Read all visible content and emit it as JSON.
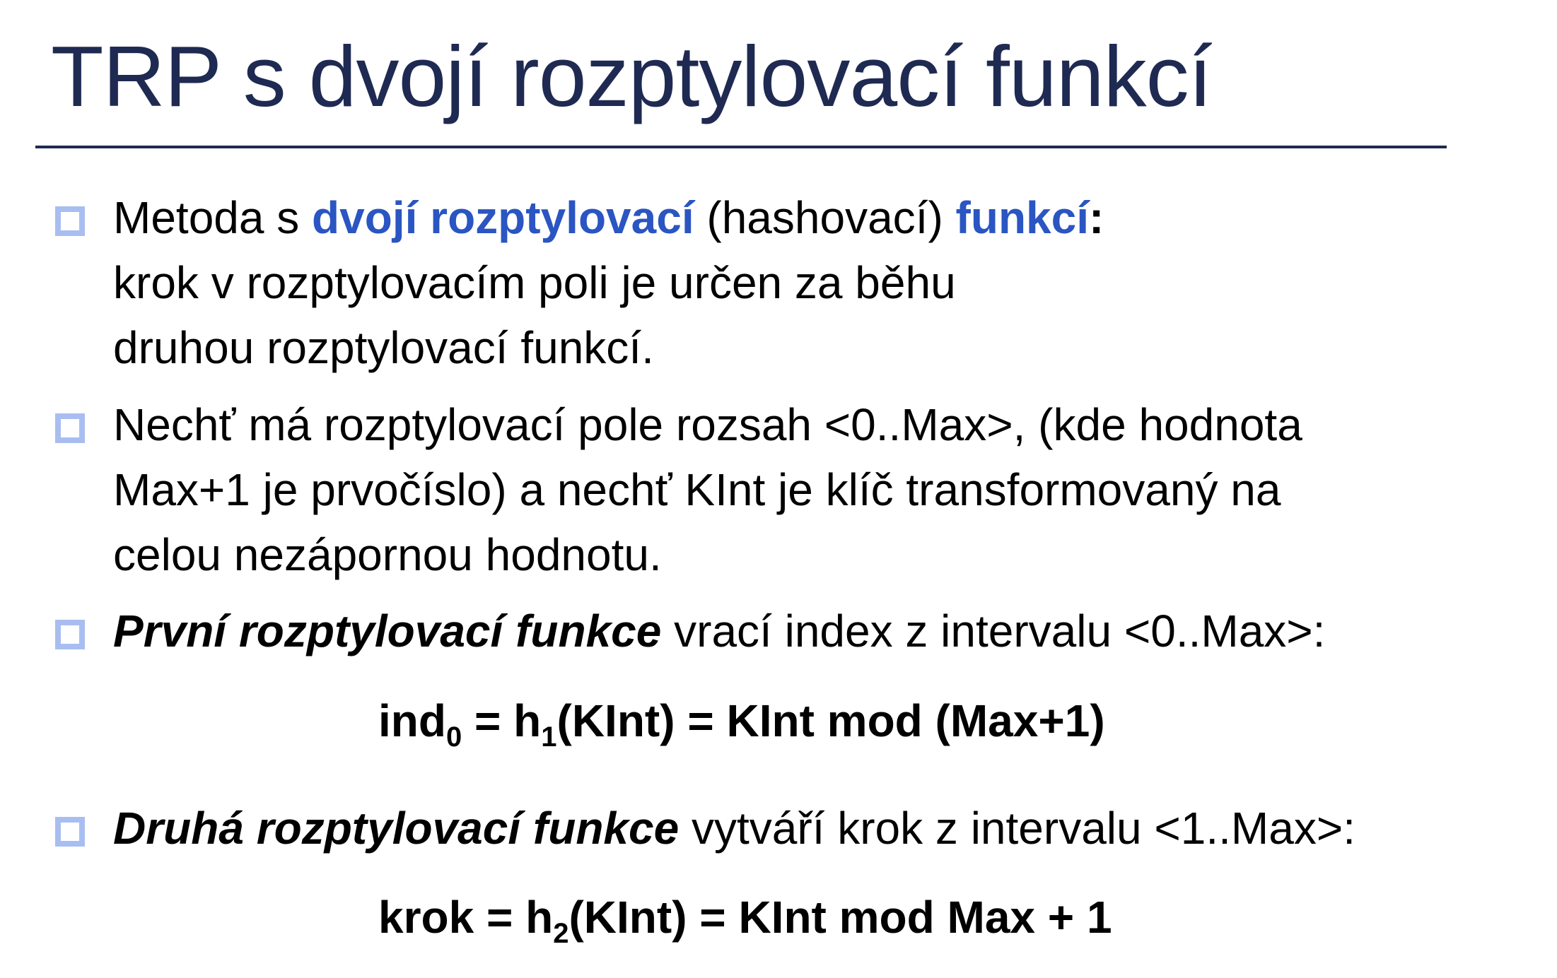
{
  "title": "TRP s dvojí rozptylovací funkcí",
  "bullets": [
    {
      "line1_prefix": "Metoda s ",
      "line1_hl1": "dvojí rozptylovací",
      "line1_mid": " (hashovací) ",
      "line1_hl2": "funkcí",
      "line1_colon": ":",
      "line2": "krok v rozptylovacím poli je určen za běhu",
      "line3": "druhou rozptylovací funkcí."
    },
    {
      "line1": "Nechť má rozptylovací pole rozsah <0..Max>, (kde hodnota",
      "line2": "Max+1 je prvočíslo) a nechť KInt je klíč transformovaný na",
      "line3": "celou nezápornou hodnotu."
    },
    {
      "term": "První rozptylovací funkce",
      "rest": " vrací index z intervalu <0..Max>:"
    },
    {
      "term": "Druhá rozptylovací funkce",
      "rest": " vytváří krok z intervalu <1..Max>:"
    }
  ],
  "formula1": {
    "lhs": "ind",
    "lhs_sub": "0",
    "eq1": " = h",
    "h_sub": "1",
    "rhs": "(KInt) = KInt mod (Max+1)"
  },
  "formula2": {
    "lhs": "krok = h",
    "h_sub": "2",
    "rhs": "(KInt) = KInt mod Max + 1"
  },
  "colors": {
    "title": "#1f2a52",
    "highlight": "#2a55c2",
    "bullet": "#a9bef0"
  }
}
